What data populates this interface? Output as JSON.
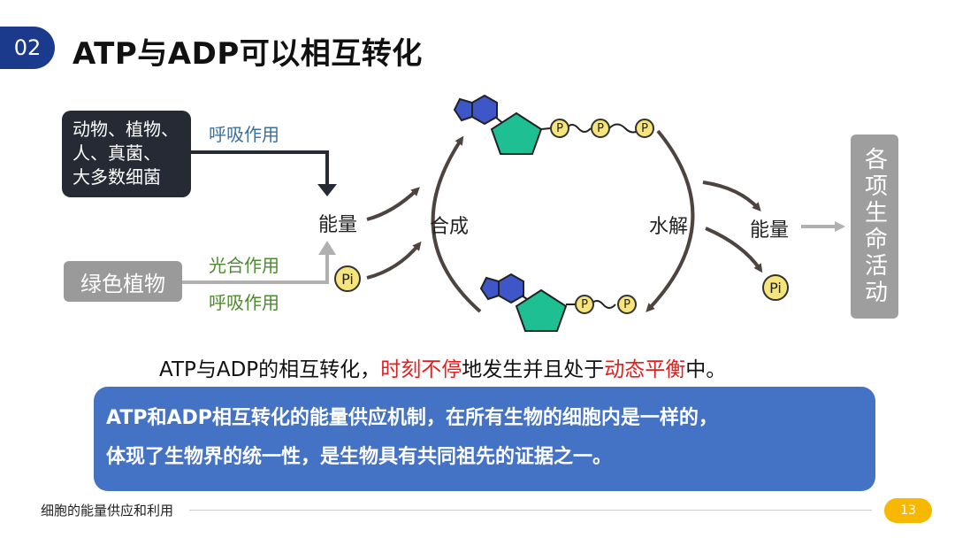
{
  "header": {
    "section_number": "02",
    "title": "ATP与ADP可以相互转化"
  },
  "sources": {
    "organisms_lines": [
      "动物、植物、",
      "人、真菌、",
      "大多数细菌"
    ],
    "green_plants": "绿色植物"
  },
  "processes": {
    "respiration_top": "呼吸作用",
    "photosynthesis": "光合作用",
    "respiration_bottom": "呼吸作用"
  },
  "cycle": {
    "energy_in": "能量",
    "pi_in": "Pi",
    "synthesis": "合成",
    "hydrolysis": "水解",
    "energy_out": "能量",
    "pi_out": "Pi",
    "phosphate_label": "P"
  },
  "life_activities": "各项生命活动",
  "statement": {
    "part1": "ATP与ADP的相互转化，",
    "highlight1": "时刻不停",
    "part2": "地发生并且处于",
    "highlight2": "动态平衡",
    "part3": "中。"
  },
  "summary": {
    "line1": "ATP和ADP相互转化的能量供应机制，在所有生物的细胞内是一样的，",
    "line2": "体现了生物界的统一性，是生物具有共同祖先的证据之一。"
  },
  "footer": {
    "course_title": "细胞的能量供应和利用",
    "page_number": "13"
  },
  "colors": {
    "navy": "#1c3a8c",
    "dark_box": "#262a35",
    "gray_box": "#9a9a9a",
    "blue_box": "#4472c4",
    "highlight_red": "#e02020",
    "base_purple": "#3f56c9",
    "ribose_green": "#1fbf94",
    "phosphate_yellow": "#f6e57a",
    "arrow_brown": "#4d4440",
    "page_badge": "#f6b800"
  }
}
